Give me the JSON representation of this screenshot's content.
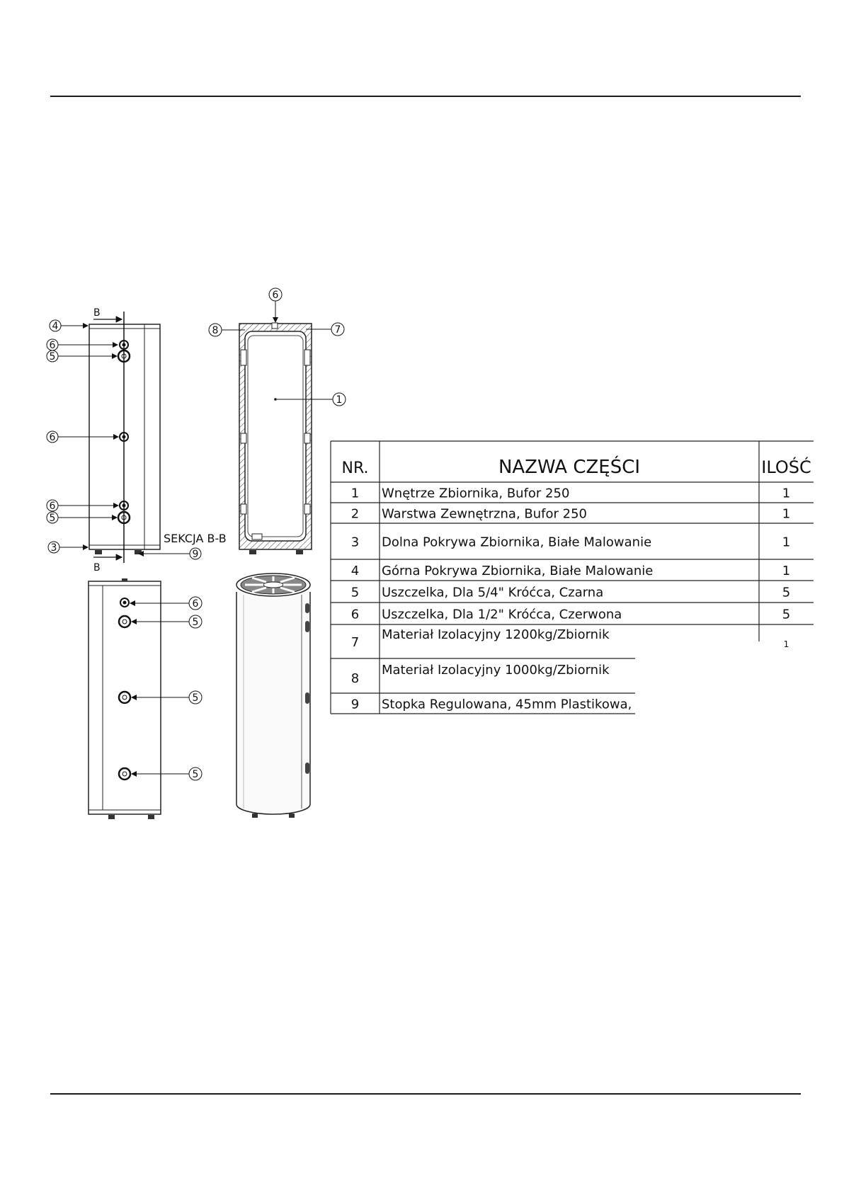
{
  "views": {
    "front": {
      "callouts": [
        "4",
        "6",
        "5",
        "6",
        "6",
        "5",
        "3",
        "9"
      ],
      "section_marker": "B",
      "section_marker_bottom": "B",
      "section_label": "SEKCJA B-B"
    },
    "section": {
      "callouts": [
        "6",
        "8",
        "7",
        "1"
      ]
    },
    "side": {
      "callouts": [
        "6",
        "5",
        "5",
        "5"
      ]
    }
  },
  "bom": {
    "headers": {
      "nr": "NR.",
      "name": "NAZWA CZĘŚCI",
      "qty": "ILOŚĆ"
    },
    "rows": [
      {
        "nr": "1",
        "name": "Wnętrze Zbiornika, Bufor 250",
        "qty": "1"
      },
      {
        "nr": "2",
        "name": "Warstwa Zewnętrzna, Bufor 250",
        "qty": "1"
      },
      {
        "nr": "3",
        "name": "Dolna Pokrywa Zbiornika, Białe Malowanie",
        "qty": "1"
      },
      {
        "nr": "4",
        "name": "Górna Pokrywa Zbiornika, Białe Malowanie",
        "qty": "1"
      },
      {
        "nr": "5",
        "name": "Uszczelka, Dla 5/4\" Króćca, Czarna",
        "qty": "5"
      },
      {
        "nr": "6",
        "name": "Uszczelka, Dla 1/2\" Króćca, Czerwona",
        "qty": "5"
      },
      {
        "nr": "7",
        "name": "Materiał Izolacyjny 1200kg/Zbiornik",
        "qty": "1"
      },
      {
        "nr": "8",
        "name": "Materiał Izolacyjny 1000kg/Zbiornik",
        "qty": ""
      },
      {
        "nr": "9",
        "name": "Stopka Regulowana, 45mm Plastikowa,",
        "qty": ""
      }
    ]
  }
}
